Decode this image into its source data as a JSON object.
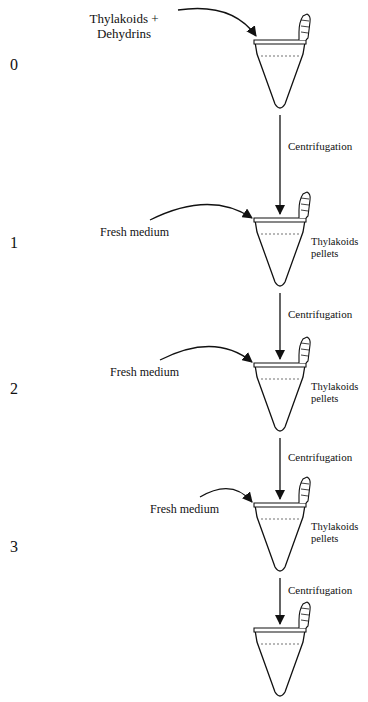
{
  "diagram": {
    "labels": [
      "Thylakoids + Dehydrins",
      "0",
      "Centrifugation",
      "Fresh medium",
      "1",
      "Thylakoids pellets",
      "Centrifugation",
      "Fresh medium",
      "2",
      "Thylakoids pellets",
      "Centrifugation",
      "Fresh medium",
      "Thylakoids pellets",
      "3",
      "Centrifugation"
    ]
  }
}
